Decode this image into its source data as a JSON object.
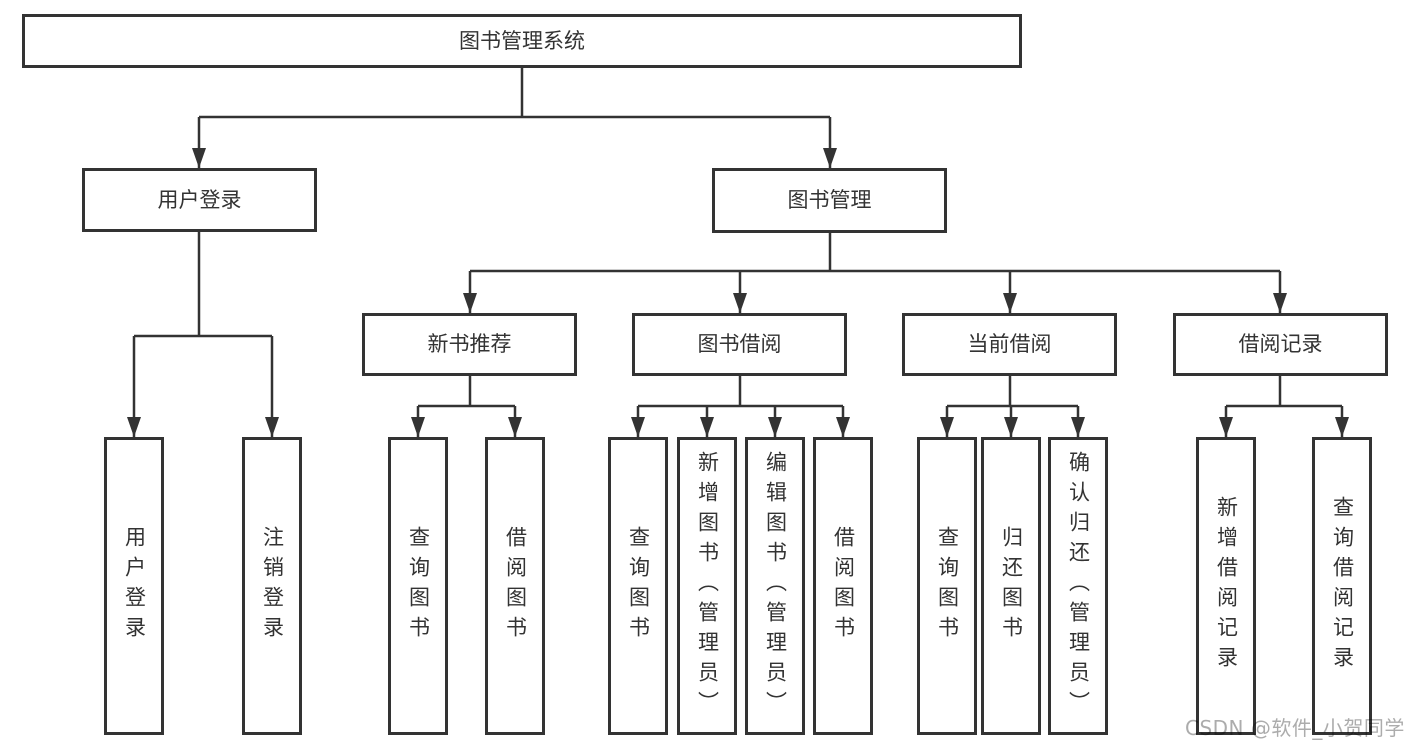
{
  "colors": {
    "line": "#333333",
    "text": "#333333",
    "box_background": "#ffffff",
    "page_background": "#ffffff",
    "watermark": "#9e9e9e"
  },
  "watermark": {
    "text": "CSDN @软件_小贺同学"
  },
  "tree": {
    "root": "图书管理系统",
    "user_login": {
      "label": "用户登录",
      "children": [
        "用户登录",
        "注销登录"
      ]
    },
    "book_management": {
      "label": "图书管理",
      "sections": [
        {
          "label": "新书推荐",
          "children": [
            "查询图书",
            "借阅图书"
          ]
        },
        {
          "label": "图书借阅",
          "children": [
            "查询图书",
            "新增图书（管理员）",
            "编辑图书（管理员）",
            "借阅图书"
          ]
        },
        {
          "label": "当前借阅",
          "children": [
            "查询图书",
            "归还图书",
            "确认归还（管理员）"
          ]
        },
        {
          "label": "借阅记录",
          "children": [
            "新增借阅记录",
            "查询借阅记录"
          ]
        }
      ]
    }
  }
}
